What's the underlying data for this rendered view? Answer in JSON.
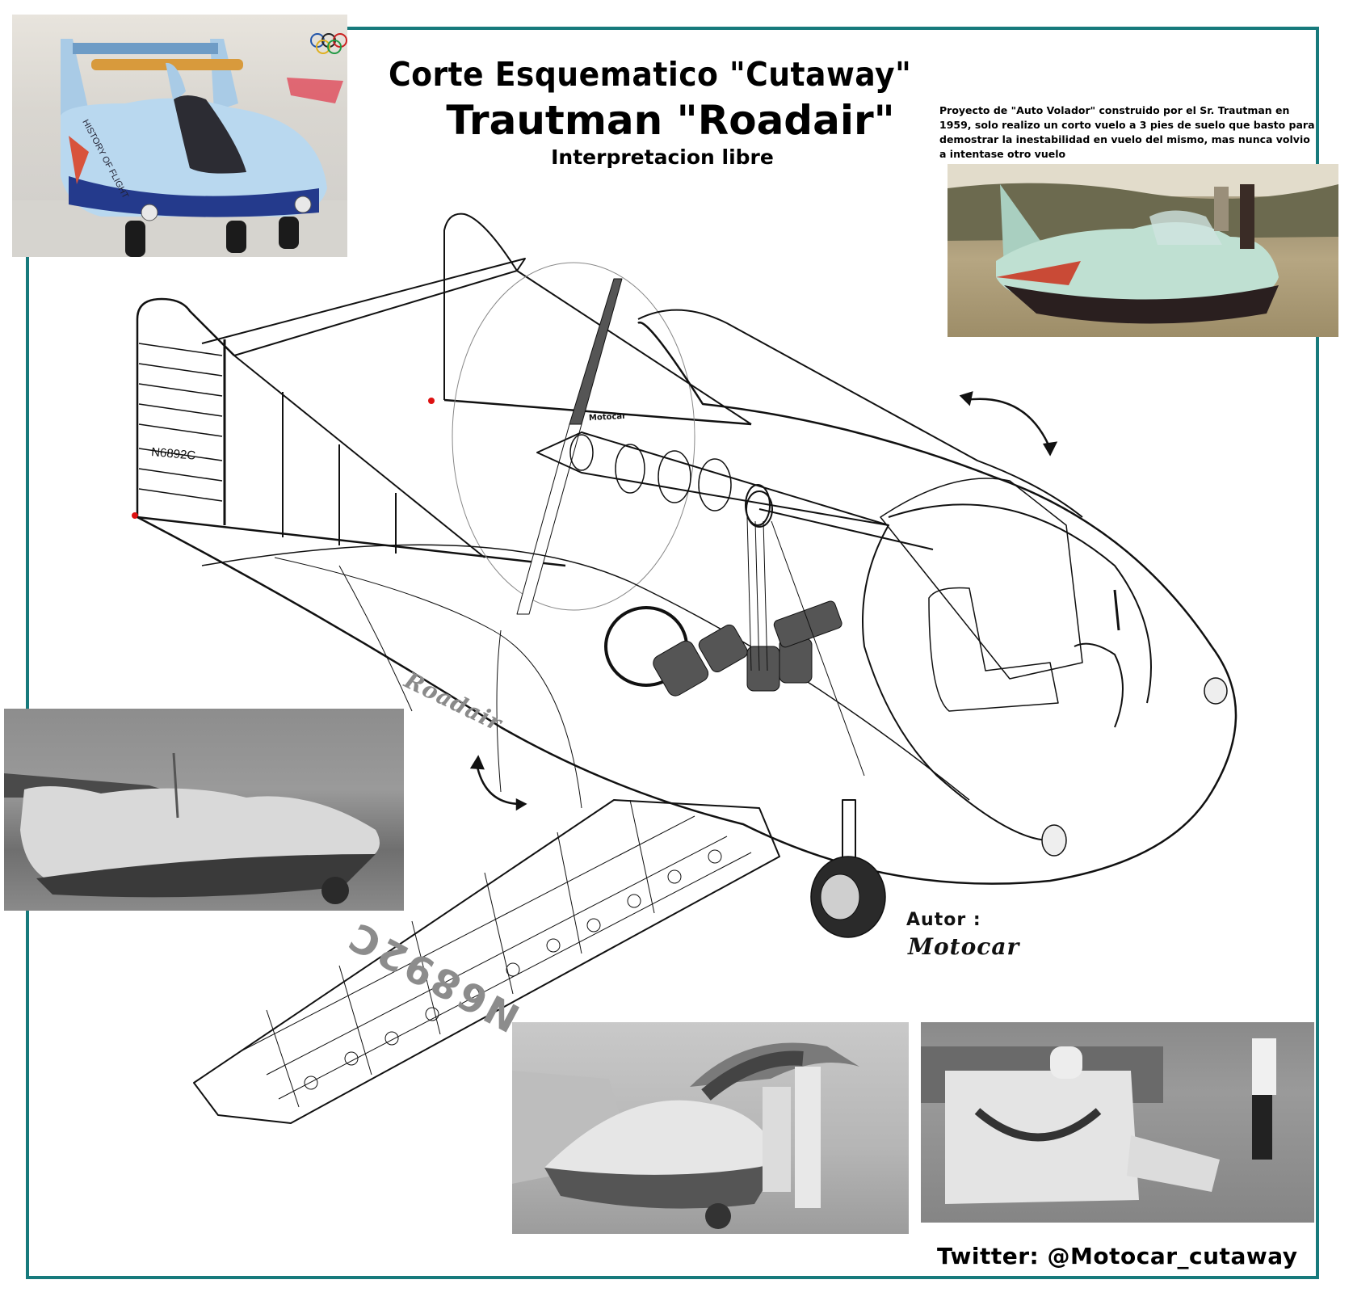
{
  "poster": {
    "title_line1": "Corte Esquematico \"Cutaway\"",
    "title_line2": "Trautman \"Roadair\"",
    "title_line3": "Interpretacion libre",
    "description": "Proyecto de \"Auto Volador\" construido por el Sr. Trautman en 1959, solo realizo un  corto vuelo a 3 pies de suelo que basto para demostrar la inestabilidad en vuelo del mismo, mas nunca volvio a intentase otro vuelo",
    "author_label": "Autor :",
    "author_name": "Motocar",
    "twitter": "Twitter: @Motocar_cutaway",
    "frame_color": "#177a7c"
  },
  "drawing": {
    "tail_registration": "N6892C",
    "hub_label": "Motocar",
    "fuselage_script": "Roadair",
    "wing_registration": "N6892C",
    "icons": [
      "rotate-arrow-icon",
      "rotate-arrow-icon"
    ]
  },
  "photos": [
    {
      "id": "museum-front",
      "caption": "HISTORY OF FLIGHT"
    },
    {
      "id": "field-test"
    },
    {
      "id": "side-view-bw"
    },
    {
      "id": "engine-hood-open"
    },
    {
      "id": "rear-view-wing"
    }
  ]
}
